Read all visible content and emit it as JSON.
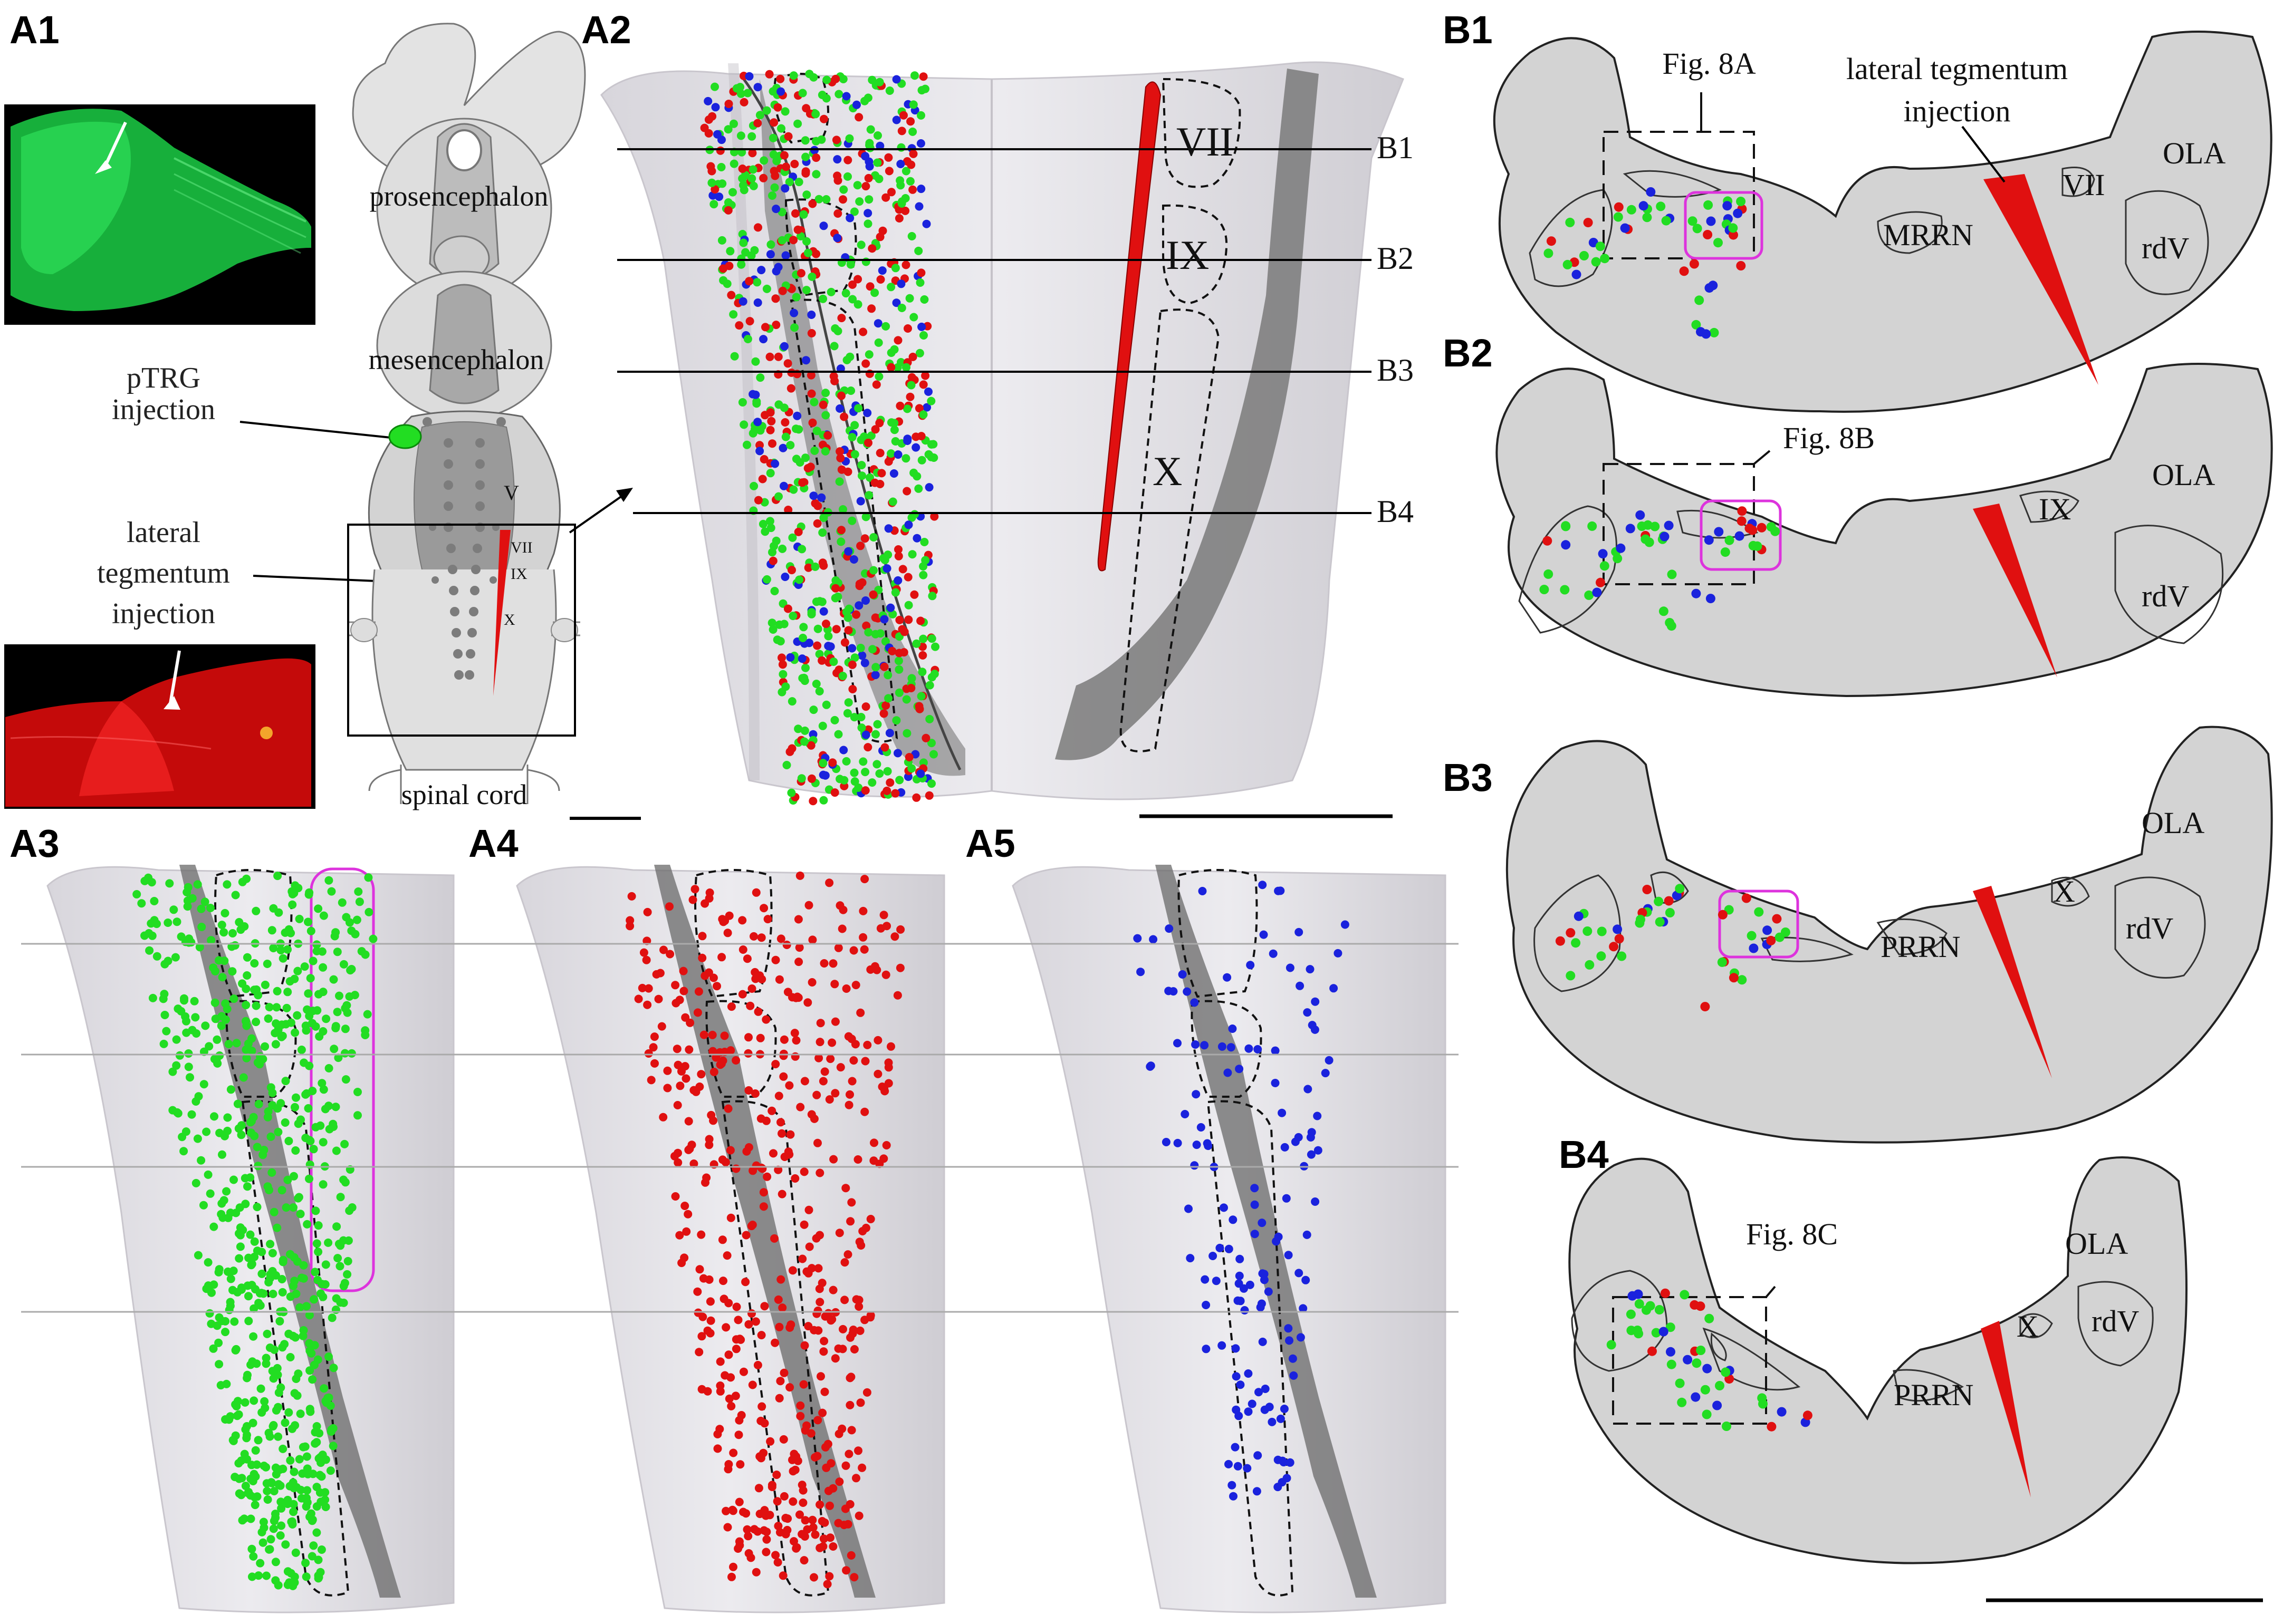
{
  "panels": {
    "A1": "A1",
    "A2": "A2",
    "A3": "A3",
    "A4": "A4",
    "A5": "A5",
    "B1": "B1",
    "B2": "B2",
    "B3": "B3",
    "B4": "B4"
  },
  "schematic": {
    "prosencephalon": "prosencephalon",
    "mesencephalon": "mesencephalon",
    "spinal_cord": "spinal cord",
    "v": "V",
    "vii": "VII",
    "ix": "IX",
    "x": "X",
    "ptrg_line1": "pTRG",
    "ptrg_line2": "injection",
    "lat_line1": "lateral",
    "lat_line2": "tegmentum",
    "lat_line3": "injection"
  },
  "a2": {
    "vii": "VII",
    "ix": "IX",
    "x": "X",
    "levels": [
      "B1",
      "B2",
      "B3",
      "B4"
    ]
  },
  "sections": {
    "fig8a": "Fig. 8A",
    "fig8b": "Fig. 8B",
    "fig8c": "Fig. 8C",
    "lat_tegmentum_1": "lateral tegmentum",
    "lat_tegmentum_2": "injection",
    "ola": "OLA",
    "rdv": "rdV",
    "vii": "VII",
    "ix": "IX",
    "x": "X",
    "mrrn": "MRRN",
    "prrn": "PRRN"
  },
  "colors": {
    "green": "#22dd22",
    "red": "#e01010",
    "blue": "#1a22dd",
    "magenta": "#dd33dd",
    "section_fill": "#d3d3d3"
  }
}
